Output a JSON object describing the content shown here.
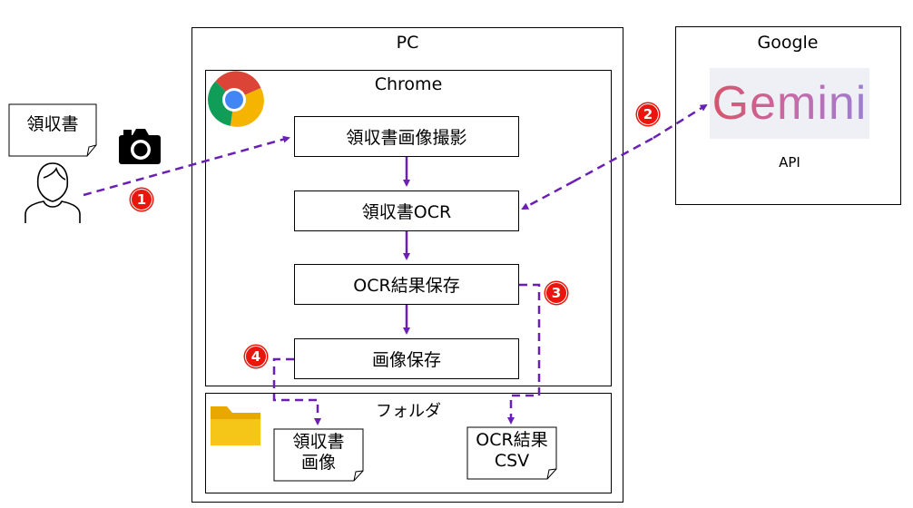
{
  "pc": {
    "title": "PC"
  },
  "chrome": {
    "title": "Chrome"
  },
  "folder": {
    "title": "フォルダ"
  },
  "google": {
    "title": "Google",
    "api_label": "API",
    "logo_text": "Gemini"
  },
  "receipt_doc": {
    "label": "領収書"
  },
  "steps": {
    "capture": "領収書画像撮影",
    "ocr": "領収書OCR",
    "save_result": "OCR結果保存",
    "save_image": "画像保存"
  },
  "output_docs": {
    "image": {
      "line1": "領収書",
      "line2": "画像"
    },
    "csv": {
      "line1": "OCR結果",
      "line2": "CSV"
    }
  },
  "markers": {
    "m1": "1",
    "m2": "2",
    "m3": "3",
    "m4": "4"
  },
  "colors": {
    "arrow": "#6a1fb5",
    "marker": "#e8160c",
    "folder": "#f5c518"
  },
  "icons": [
    "person-icon",
    "camera-icon",
    "chrome-icon",
    "folder-icon",
    "gemini-logo"
  ]
}
